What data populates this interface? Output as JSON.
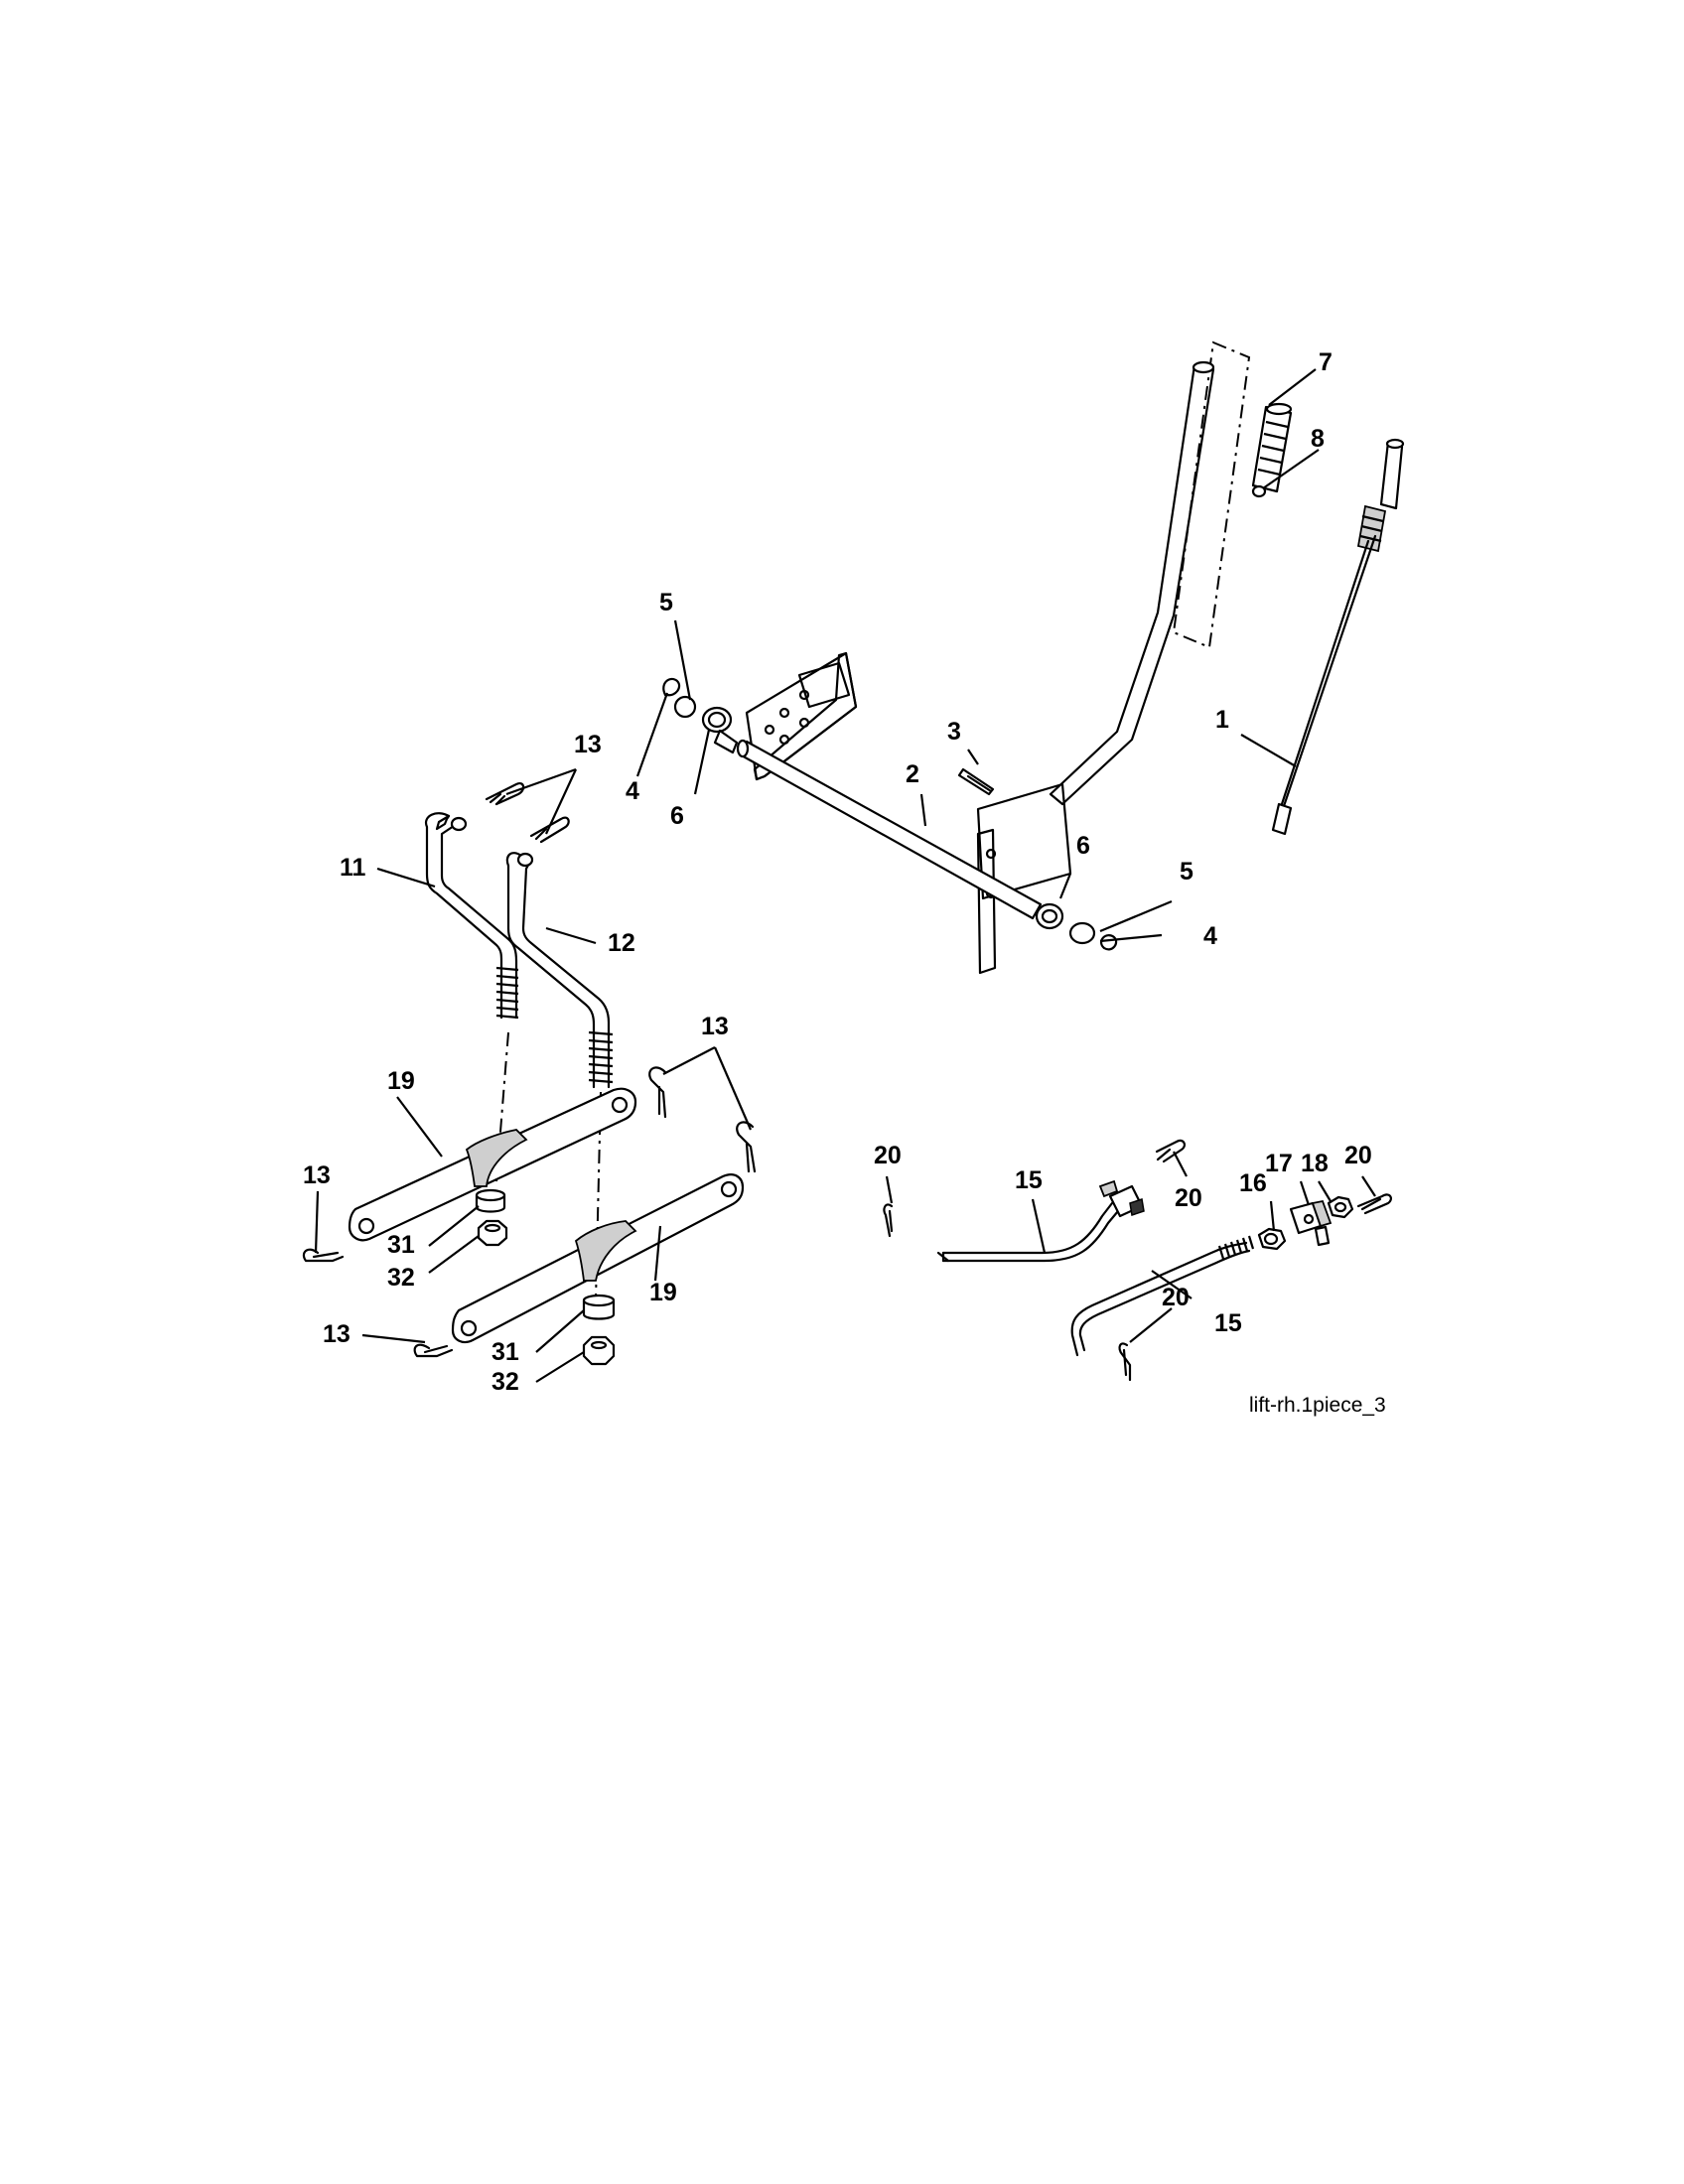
{
  "diagram": {
    "reference_code": "lift-rh.1piece_3",
    "callouts": {
      "c1": "1",
      "c2": "2",
      "c3": "3",
      "c4a": "4",
      "c4b": "4",
      "c5a": "5",
      "c5b": "5",
      "c6a": "6",
      "c6b": "6",
      "c7": "7",
      "c8": "8",
      "c11": "11",
      "c12": "12",
      "c13a": "13",
      "c13b": "13",
      "c13c": "13",
      "c13d": "13",
      "c15a": "15",
      "c15b": "15",
      "c16": "16",
      "c17": "17",
      "c18": "18",
      "c19a": "19",
      "c19b": "19",
      "c20a": "20",
      "c20b": "20",
      "c20c": "20",
      "c20d": "20",
      "c31a": "31",
      "c31b": "31",
      "c32a": "32",
      "c32b": "32"
    }
  }
}
